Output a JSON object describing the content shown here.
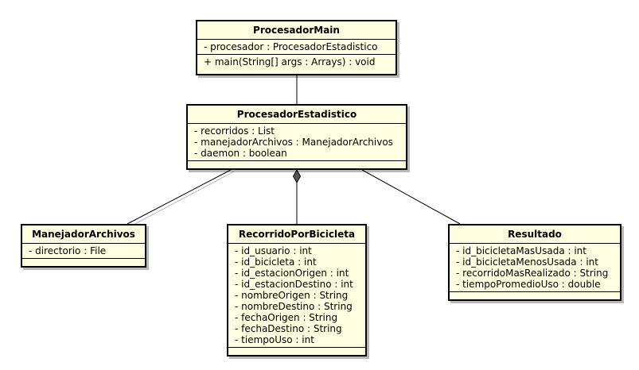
{
  "classes": {
    "procesador_main": {
      "name": "ProcesadorMain",
      "attributes": [
        "- procesador : ProcesadorEstadistico"
      ],
      "operations": [
        "+ main(String[] args : Arrays) : void"
      ]
    },
    "procesador_estadistico": {
      "name": "ProcesadorEstadistico",
      "attributes": [
        "- recorridos : List",
        "- manejadorArchivos : ManejadorArchivos",
        "- daemon : boolean"
      ],
      "operations": []
    },
    "manejador_archivos": {
      "name": "ManejadorArchivos",
      "attributes": [
        "- directorio : File"
      ],
      "operations": []
    },
    "recorrido_por_bicicleta": {
      "name": "RecorridoPorBicicleta",
      "attributes": [
        "- id_usuario : int",
        "- id_bicicleta : int",
        "- id_estacionOrigen : int",
        "- id_estacionDestino : int",
        "- nombreOrigen : String",
        "- nombreDestino : String",
        "- fechaOrigen : String",
        "- fechaDestino : String",
        "- tiempoUso : int"
      ],
      "operations": []
    },
    "resultado": {
      "name": "Resultado",
      "attributes": [
        "- id_bicicletaMasUsada : int",
        "- id_bicicletaMenosUsada : int",
        "- recorridoMasRealizado : String",
        "- tiempoPromedioUso : double"
      ],
      "operations": []
    }
  },
  "relations": [
    {
      "from": "ProcesadorMain",
      "to": "ProcesadorEstadistico",
      "type": "association"
    },
    {
      "from": "ProcesadorEstadistico",
      "to": "ManejadorArchivos",
      "type": "association"
    },
    {
      "from": "ProcesadorEstadistico",
      "to": "RecorridoPorBicicleta",
      "type": "composition"
    },
    {
      "from": "ProcesadorEstadistico",
      "to": "Resultado",
      "type": "association"
    }
  ]
}
